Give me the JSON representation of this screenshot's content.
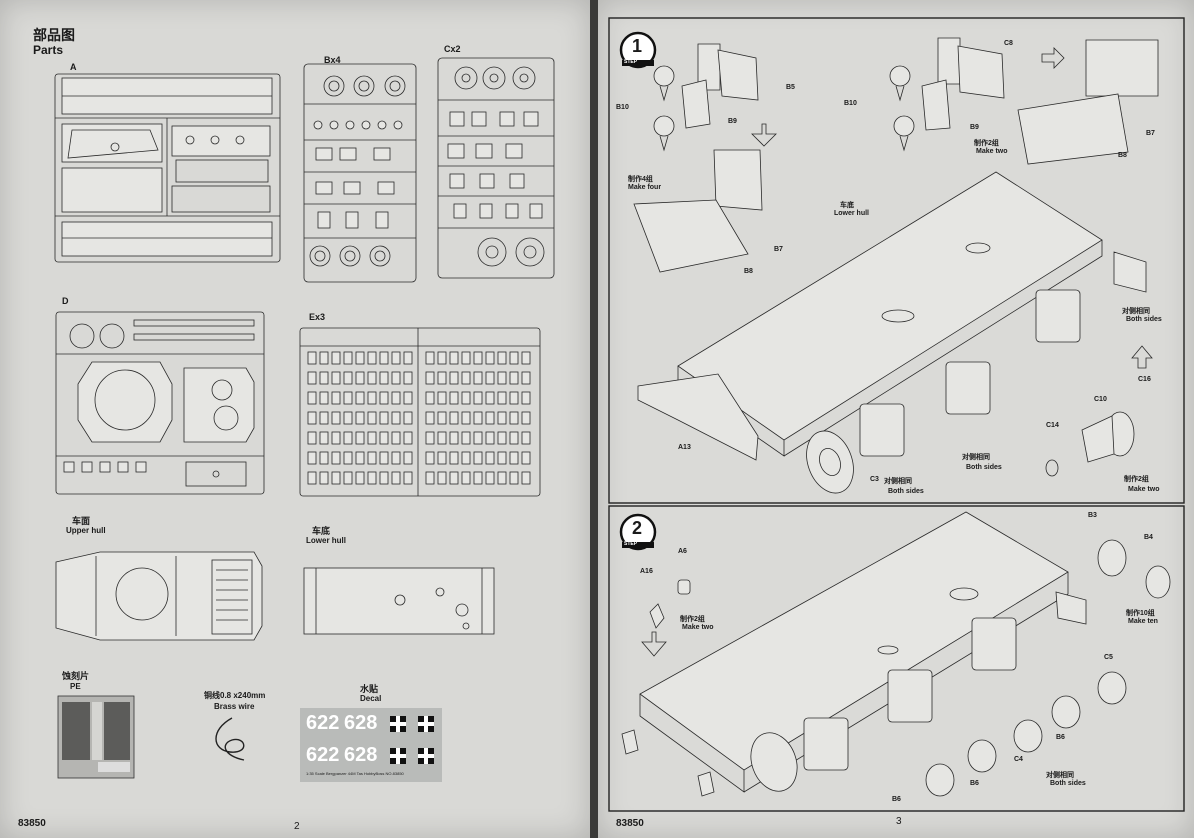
{
  "left_page": {
    "parts_title_cn": "部品图",
    "parts_title_en": "Parts",
    "sprues": {
      "a": "A",
      "b": "Bx4",
      "c": "Cx2",
      "d": "D",
      "e": "Ex3"
    },
    "upper_hull_cn": "车面",
    "upper_hull_en": "Upper hull",
    "lower_hull_cn": "车底",
    "lower_hull_en": "Lower hull",
    "pe_cn": "蚀刻片",
    "pe_en": "PE",
    "brass_cn": "铜线0.8 x240mm",
    "brass_en": "Brass wire",
    "decal_cn": "水贴",
    "decal_en": "Decal",
    "decal_numbers": [
      "622",
      "628",
      "622",
      "628"
    ],
    "decal_caption": "1:35 Scale   Bergpanzer 44M Tas   HobbyBoss NO.83850",
    "page_code": "83850",
    "page_number": "2"
  },
  "right_page": {
    "step1": {
      "number": "1",
      "step_label": "STEP",
      "labels": {
        "b10_a": "B10",
        "b5": "B5",
        "b9_a": "B9",
        "b10_b": "B10",
        "c8": "C8",
        "b9_b": "B9",
        "make_two_cn_a": "制作2组",
        "make_two_en_a": "Make two",
        "b7_a": "B7",
        "b8_a": "B8",
        "make_four_cn": "制作4组",
        "make_four_en": "Make four",
        "b7_b": "B7",
        "b8_b": "B8",
        "lower_hull_cn": "车底",
        "lower_hull_en": "Lower hull",
        "both_sides_cn_a": "对侧相同",
        "both_sides_en_a": "Both sides",
        "c16": "C16",
        "c10": "C10",
        "c14": "C14",
        "a13": "A13",
        "c3": "C3",
        "both_sides_cn_b": "对侧相同",
        "both_sides_en_b": "Both sides",
        "both_sides_cn_c": "对侧相同",
        "both_sides_en_c": "Both sides",
        "make_two_cn_b": "制作2组",
        "make_two_en_b": "Make two"
      }
    },
    "step2": {
      "number": "2",
      "step_label": "STEP",
      "labels": {
        "a6": "A6",
        "a16": "A16",
        "make_two_cn": "制作2组",
        "make_two_en": "Make two",
        "b3": "B3",
        "b4": "B4",
        "make_ten_cn": "制作10组",
        "make_ten_en": "Make ten",
        "c5": "C5",
        "b6_a": "B6",
        "c4": "C4",
        "b6_b": "B6",
        "b6_c": "B6",
        "both_sides_cn": "对侧相同",
        "both_sides_en": "Both sides"
      }
    },
    "page_code": "83850",
    "page_number": "3"
  },
  "colors": {
    "paper": "#d9d9d6",
    "ink": "#1a1a1a",
    "background": "#3a3a38",
    "decal_sheet": "#b9bbb9"
  }
}
